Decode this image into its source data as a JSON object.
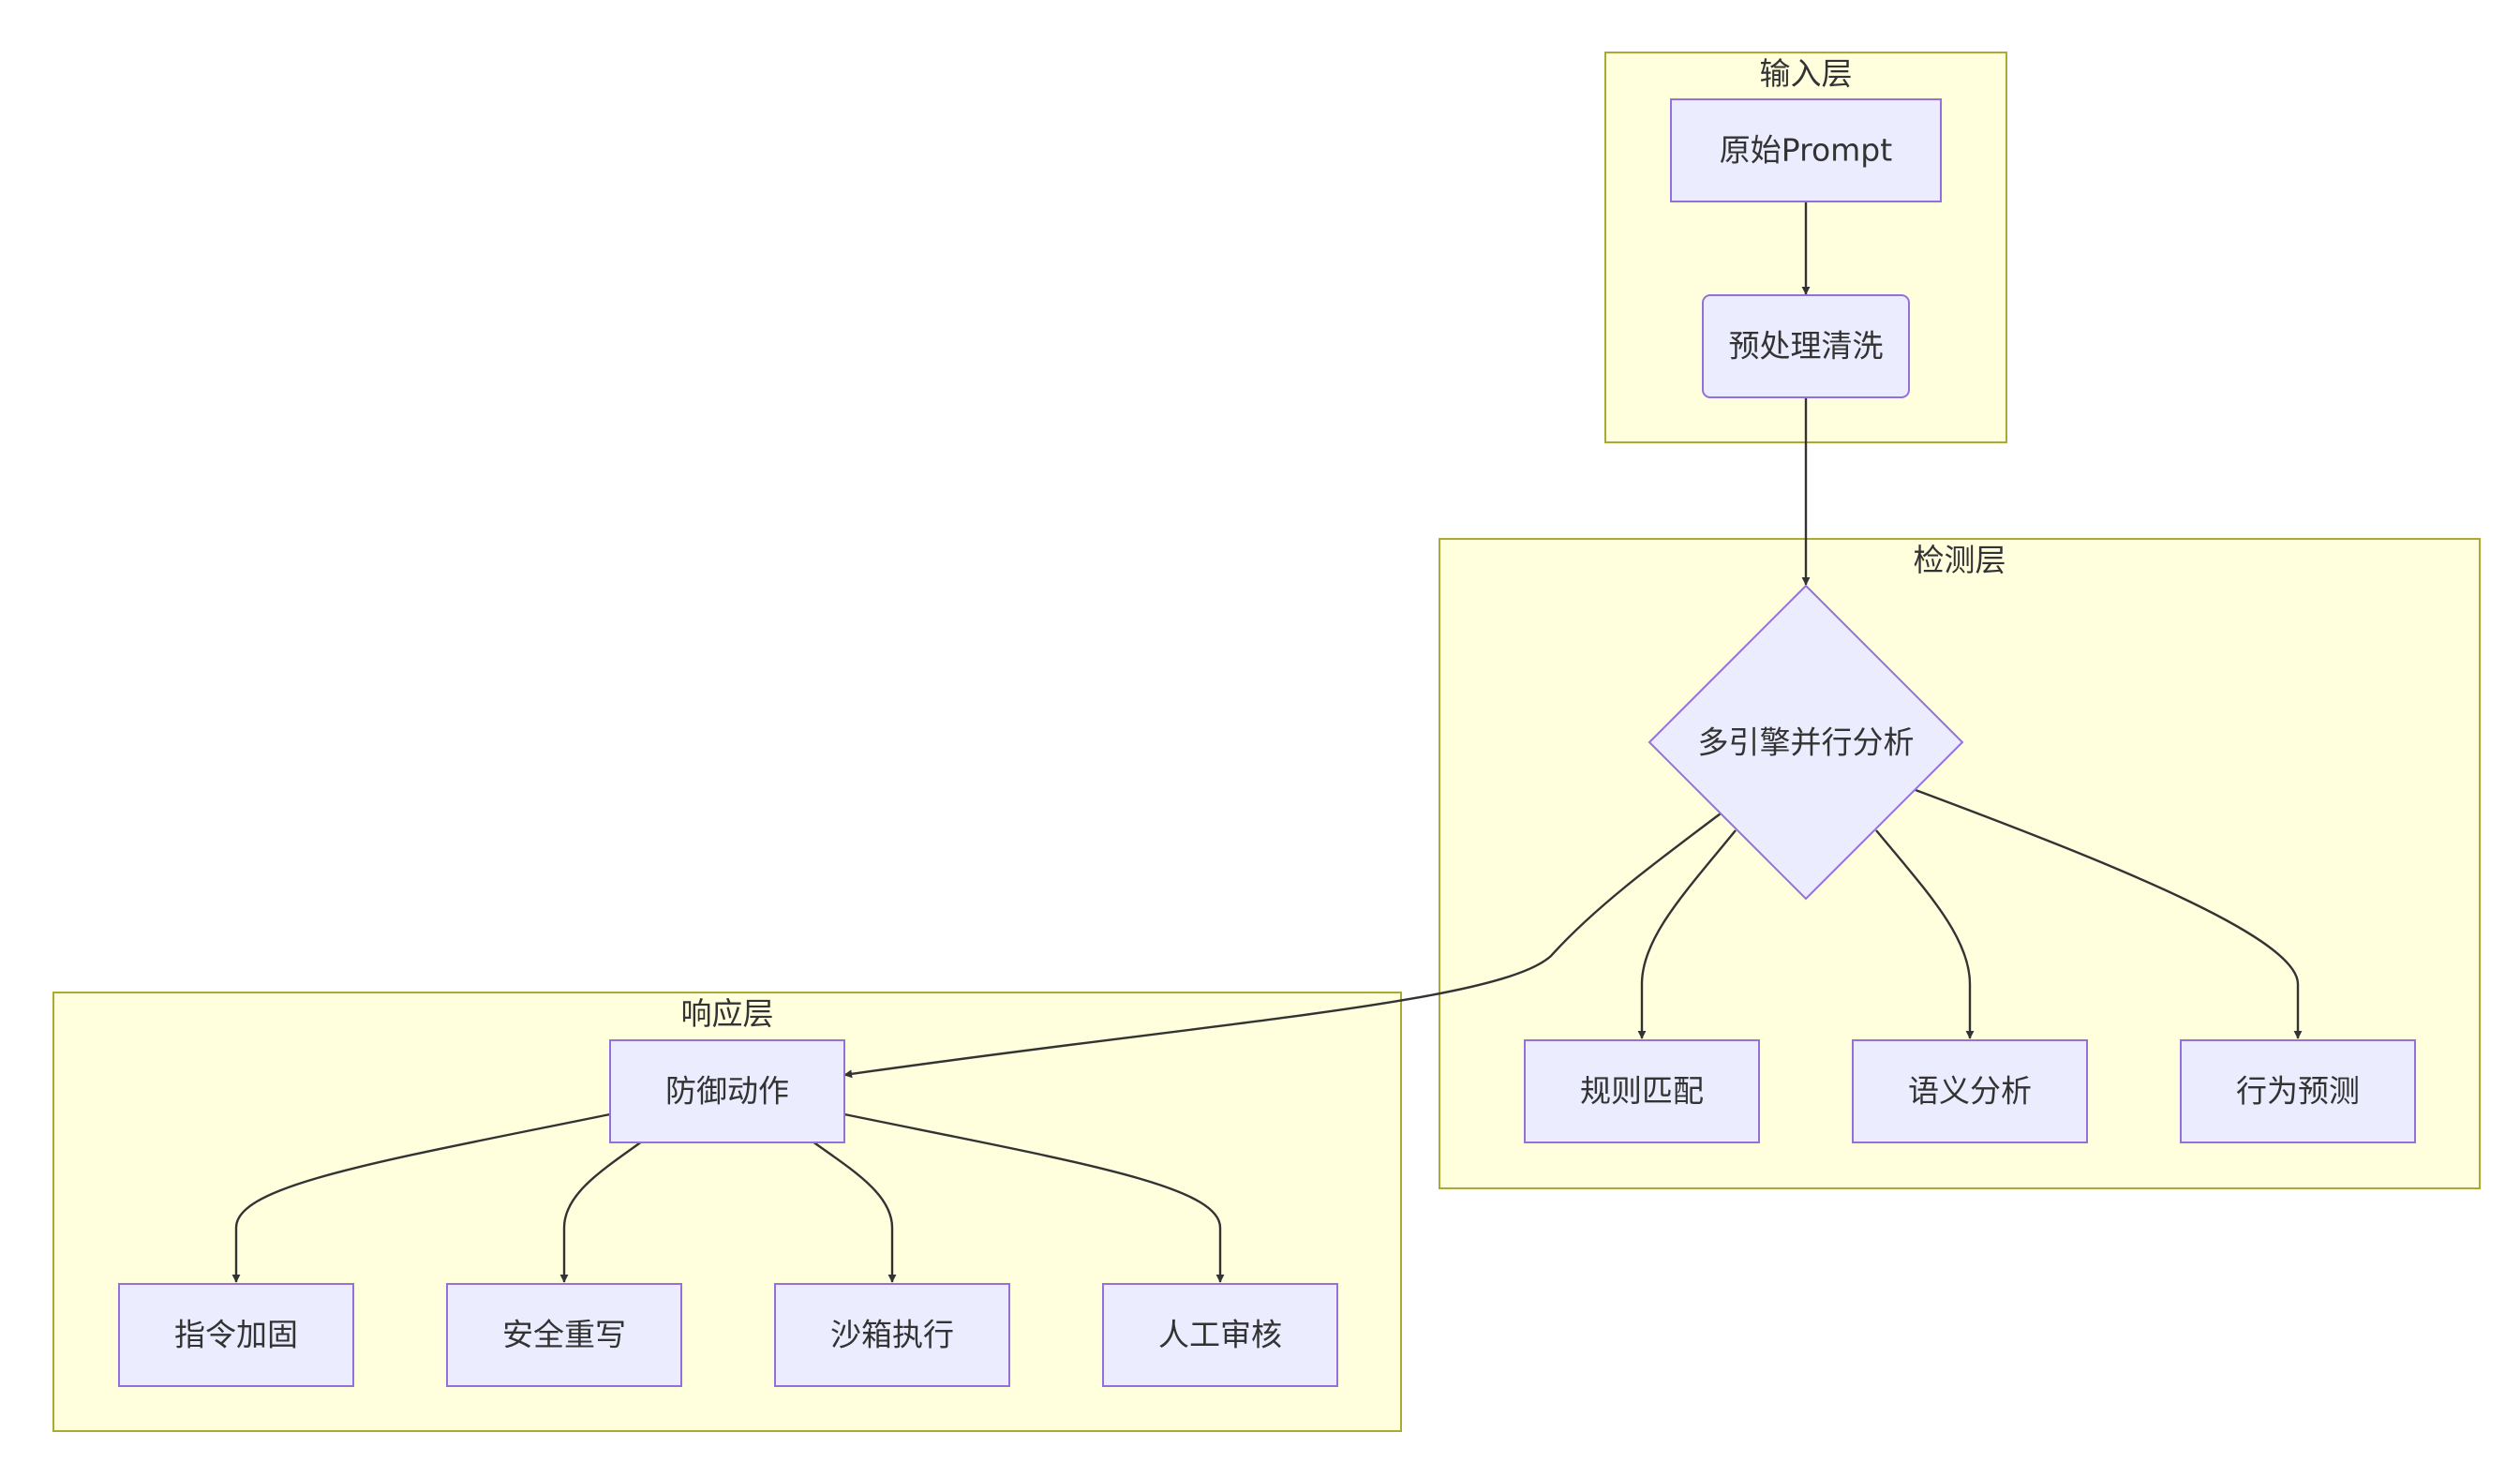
{
  "clusters": {
    "input": {
      "label": "输入层"
    },
    "detect": {
      "label": "检测层"
    },
    "response": {
      "label": "响应层"
    }
  },
  "nodes": {
    "raw_prompt": {
      "label": "原始Prompt"
    },
    "preprocess": {
      "label": "预处理清洗"
    },
    "multi_engine": {
      "label": "多引擎并行分析"
    },
    "rule_match": {
      "label": "规则匹配"
    },
    "semantic": {
      "label": "语义分析"
    },
    "behavior": {
      "label": "行为预测"
    },
    "defense": {
      "label": "防御动作"
    },
    "harden": {
      "label": "指令加固"
    },
    "rewrite": {
      "label": "安全重写"
    },
    "sandbox": {
      "label": "沙箱执行"
    },
    "manual_review": {
      "label": "人工审核"
    }
  },
  "edges": [
    {
      "from": "raw_prompt",
      "to": "preprocess"
    },
    {
      "from": "preprocess",
      "to": "multi_engine"
    },
    {
      "from": "multi_engine",
      "to": "rule_match"
    },
    {
      "from": "multi_engine",
      "to": "semantic"
    },
    {
      "from": "multi_engine",
      "to": "behavior"
    },
    {
      "from": "multi_engine",
      "to": "defense"
    },
    {
      "from": "defense",
      "to": "harden"
    },
    {
      "from": "defense",
      "to": "rewrite"
    },
    {
      "from": "defense",
      "to": "sandbox"
    },
    {
      "from": "defense",
      "to": "manual_review"
    }
  ],
  "colors": {
    "cluster_fill": "#ffffde",
    "cluster_stroke": "#aaaa33",
    "node_fill": "#ececff",
    "node_stroke": "#9370db",
    "edge": "#333333",
    "text": "#333333"
  }
}
